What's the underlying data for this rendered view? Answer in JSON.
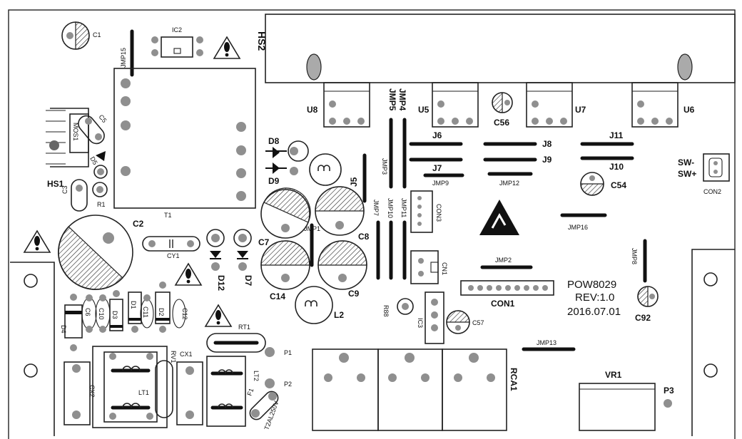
{
  "board": {
    "title": "POW8029",
    "revision": "REV:1.0",
    "date": "2016.07.01"
  },
  "labels": {
    "C1": "C1",
    "IC2": "IC2",
    "HS2": "HS2",
    "JMP15": "JMP15",
    "T1": "T1",
    "C5": "C5",
    "MOS1": "MOS1",
    "D5": "D5",
    "HS1": "HS1",
    "C3": "C3",
    "R1": "R1",
    "C2": "C2",
    "CY1": "CY1",
    "D12": "D12",
    "D7": "D7",
    "D8": "D8",
    "D9": "D9",
    "J5": "J5",
    "C7": "C7",
    "C8": "C8",
    "C14": "C14",
    "C9": "C9",
    "JMP1": "JMP1",
    "L2": "L2",
    "JMP3": "JMP3",
    "JMP7": "JMP7",
    "JMP10": "JMP10",
    "JMP11": "JMP11",
    "JMP4": "JMP4",
    "JMP5": "JMP5",
    "CON3": "CON3",
    "CN1": "CN1",
    "R88": "R88",
    "IC3": "IC3",
    "C57": "C57",
    "U8": "U8",
    "U5": "U5",
    "U7": "U7",
    "U6": "U6",
    "C56": "C56",
    "J6": "J6",
    "J7": "J7",
    "JMP9": "JMP9",
    "J8": "J8",
    "J9": "J9",
    "JMP12": "JMP12",
    "J11": "J11",
    "J10": "J10",
    "C54": "C54",
    "JMP16": "JMP16",
    "JMP2": "JMP2",
    "CON1": "CON1",
    "JMP8": "JMP8",
    "C92": "C92",
    "SW_MINUS": "SW-",
    "SW_PLUS": "SW+",
    "CON2": "CON2",
    "D4": "D4",
    "C6": "C6",
    "C10": "C10",
    "D3": "D3",
    "D1": "D1",
    "C11": "C11",
    "D2": "D2",
    "C12": "C12",
    "RT1": "RT1",
    "P1": "P1",
    "P2": "P2",
    "P3": "P3",
    "CX1": "CX1",
    "CX2": "CX2",
    "RV1": "RV1",
    "LT1": "LT1",
    "LT2": "LT2",
    "F1": "F1",
    "FUSE": "T2AL250V",
    "RCA1": "RCA1",
    "JMP13": "JMP13",
    "VR1": "VR1"
  }
}
